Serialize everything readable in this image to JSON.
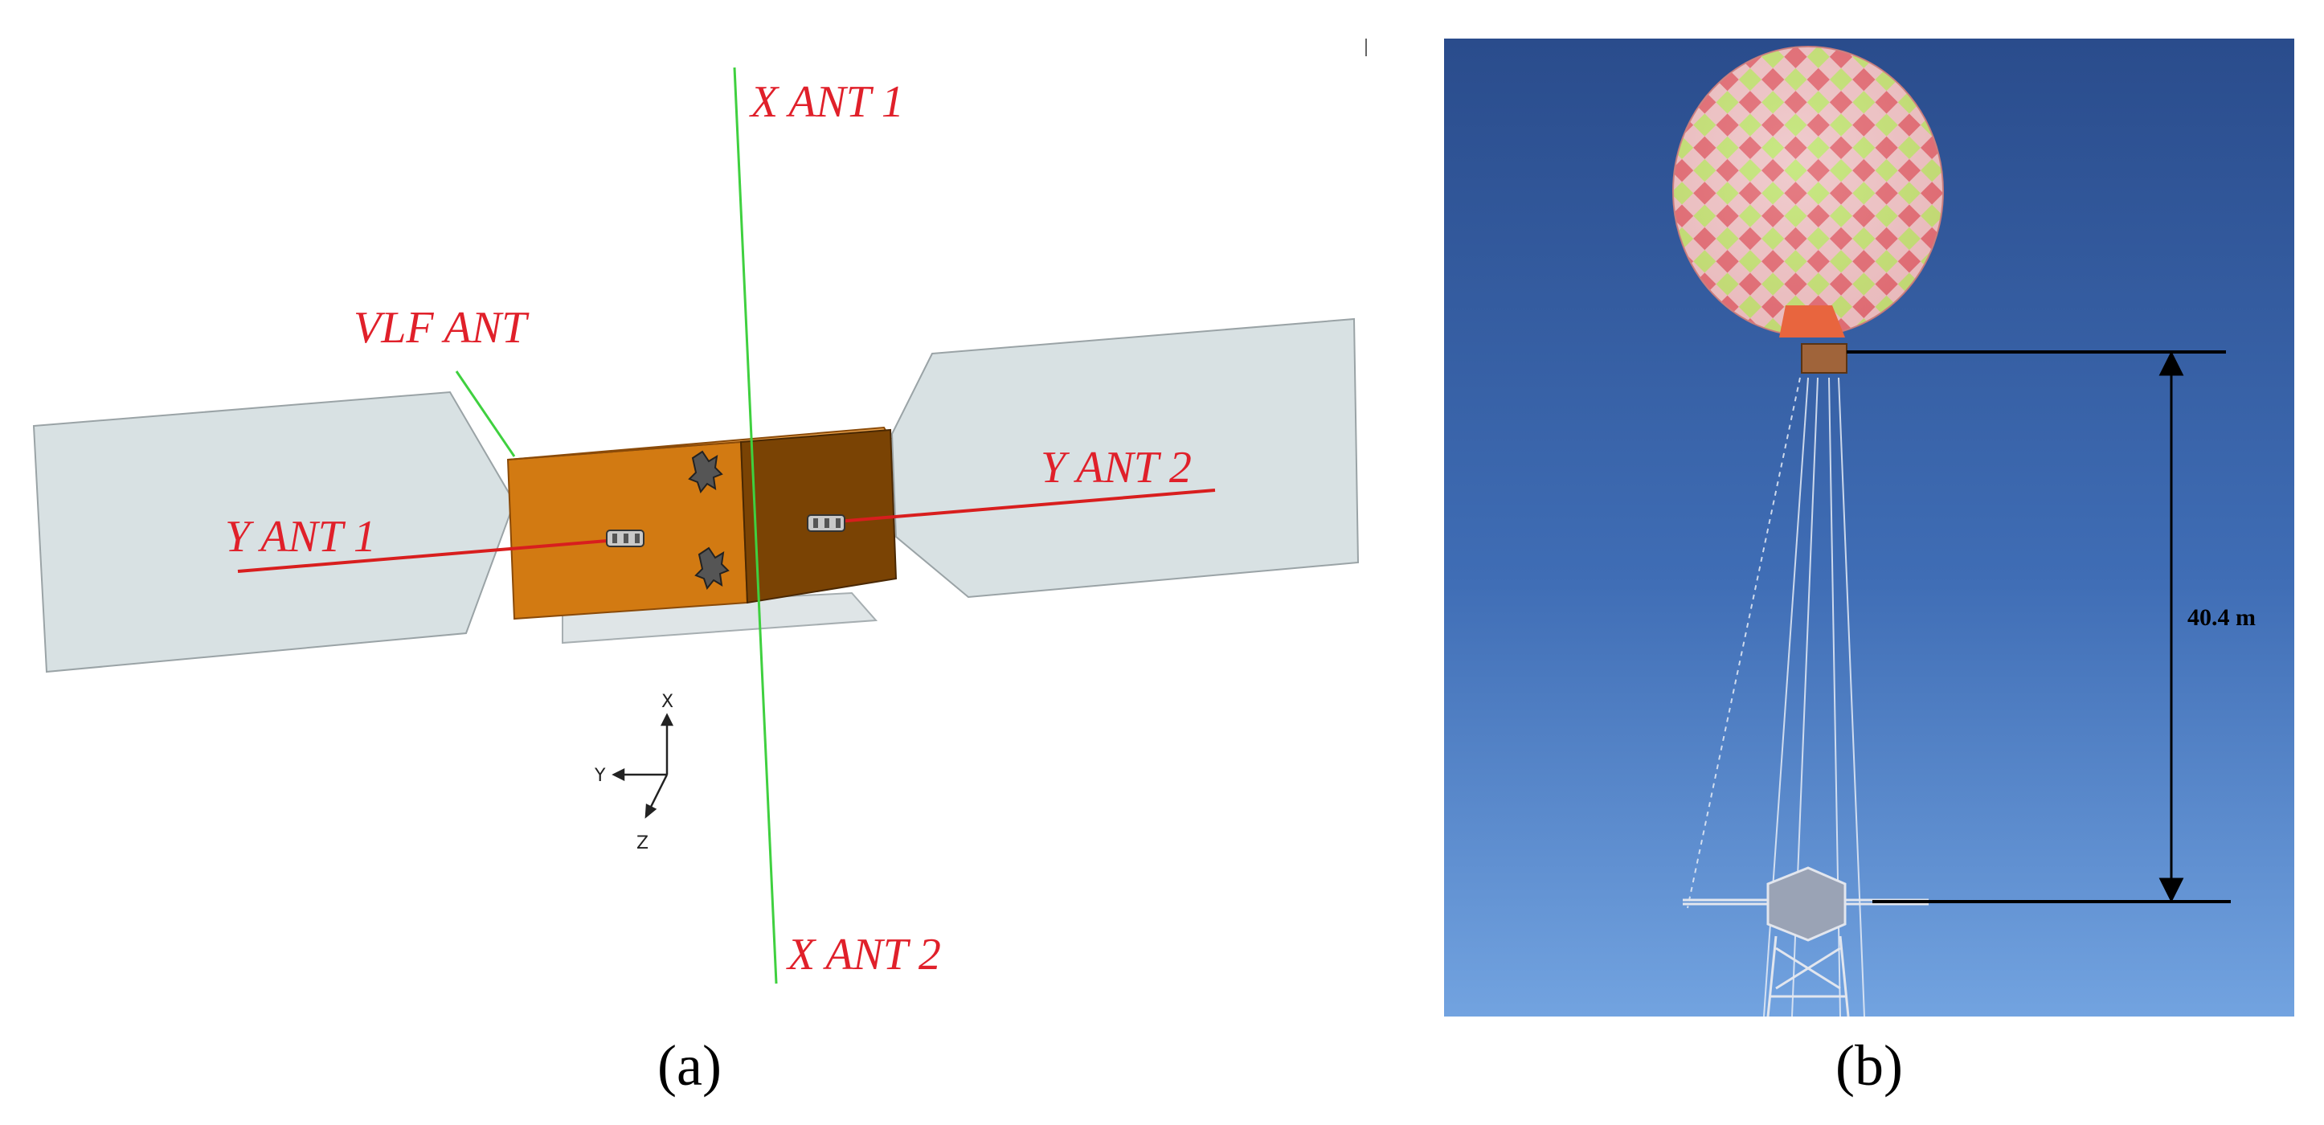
{
  "panel_a": {
    "labels": {
      "x_ant_1": "X ANT 1",
      "x_ant_2": "X ANT 2",
      "y_ant_1": "Y ANT 1",
      "y_ant_2": "Y ANT 2",
      "vlf_ant": "VLF ANT"
    },
    "axes": {
      "x": "X",
      "y": "Y",
      "z": "Z"
    },
    "caption": "(a)",
    "colors": {
      "x_antenna": "#3fd03f",
      "y_antenna": "#d81e1e",
      "label": "#e0202a",
      "body_front": "#d27a12",
      "body_side": "#7a4304",
      "panel": "#d8e1e3"
    }
  },
  "panel_b": {
    "distance_label": "40.4 m",
    "caption": "(b)",
    "colors": {
      "sky_top": "#2c4f8f",
      "sky_bottom": "#6d9fde"
    }
  }
}
